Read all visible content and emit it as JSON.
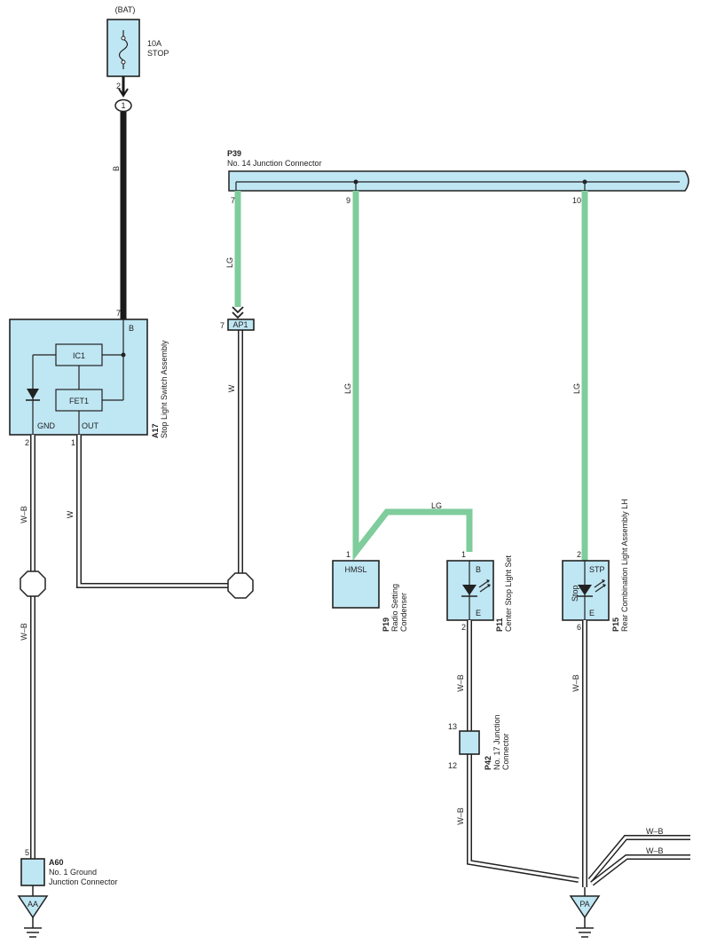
{
  "power": {
    "source": "(BAT)",
    "fuse_rating": "10A",
    "fuse_name": "STOP",
    "pin_out": "2",
    "connector_pin": "1"
  },
  "wire_colors": {
    "B": "B",
    "LG": "LG",
    "W": "W",
    "WB": "W–B"
  },
  "junction_p39": {
    "id": "P39",
    "name": "No.  14 Junction Connector",
    "pins": [
      "7",
      "9",
      "10"
    ]
  },
  "connector_ap1": {
    "label": "AP1",
    "pin": "7"
  },
  "a17": {
    "id": "A17",
    "name": "Stop Light Switch Assembly",
    "terminal_b": "B",
    "terminal_gnd": "GND",
    "terminal_out": "OUT",
    "ic": "IC1",
    "fet": "FET1",
    "pin_b": "7",
    "pin_gnd": "2",
    "pin_out": "1"
  },
  "p19": {
    "id": "P19",
    "name_line1": "Radio Setting",
    "name_line2": "Condenser",
    "label": "HMSL",
    "pin": "1"
  },
  "p11": {
    "id": "P11",
    "name": "Center Stop Light Set",
    "terminal_b": "B",
    "terminal_e": "E",
    "pin_in": "1",
    "pin_out": "2"
  },
  "p15": {
    "id": "P15",
    "name": "Rear Combination Light Assembly LH",
    "terminal_stp": "STP",
    "terminal_e": "E",
    "lamp": "Stop",
    "pin_in": "2",
    "pin_out": "6"
  },
  "p42": {
    "id": "P42",
    "name_line1": "No.  17 Junction",
    "name_line2": "Connector",
    "pin_top": "13",
    "pin_bottom": "12"
  },
  "a60": {
    "id": "A60",
    "name_line1": "No.  1 Ground",
    "name_line2": "Junction Connector",
    "pin": "5"
  },
  "grounds": {
    "aa": "AA",
    "pa": "PA"
  },
  "colors": {
    "component_fill": "#bfe6f3",
    "lg_wire": "#7fcc9c",
    "b_wire": "#1a1a1a",
    "outline": "#222222"
  }
}
